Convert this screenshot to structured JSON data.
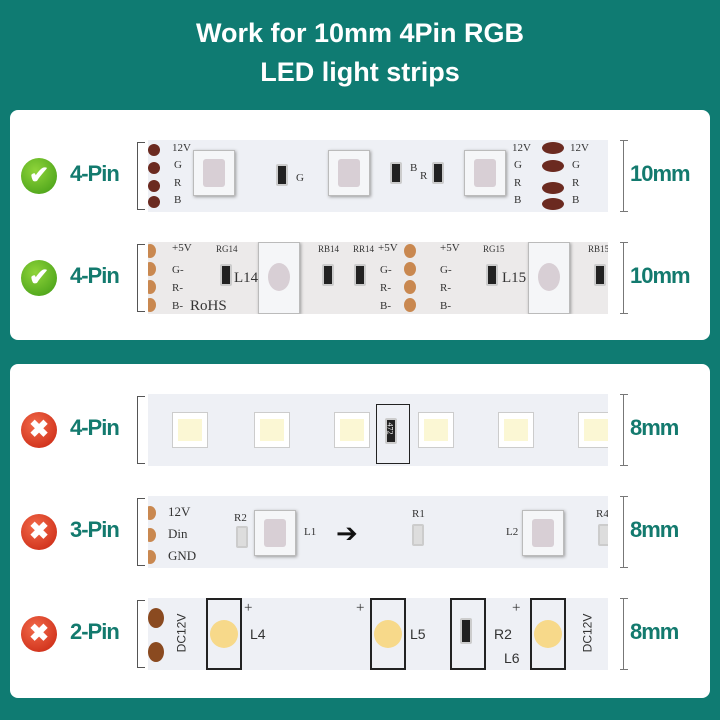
{
  "title": {
    "line1": "Work for 10mm 4Pin RGB",
    "line2": "LED light strips"
  },
  "colors": {
    "background": "#0f7b72",
    "accent_text": "#137a6e",
    "ok": "#4aa81a",
    "bad": "#d62e16"
  },
  "rows": [
    {
      "status": "compatible",
      "icon": "check-icon",
      "pin": "4-Pin",
      "width": "10mm",
      "strip_labels": [
        "12V",
        "G",
        "R",
        "B",
        "G",
        "B",
        "R",
        "12V",
        "G",
        "R",
        "B",
        "12V",
        "G",
        "R",
        "B"
      ]
    },
    {
      "status": "compatible",
      "icon": "check-icon",
      "pin": "4-Pin",
      "width": "10mm",
      "strip_labels": [
        "+5V",
        "G-",
        "R-",
        "B-",
        "RoHS",
        "RG14",
        "L14",
        "RB14",
        "RR14",
        "+5V",
        "G-",
        "R-",
        "B-",
        "+5V",
        "G-",
        "R-",
        "B-",
        "RG15",
        "L15",
        "RB15"
      ]
    },
    {
      "status": "incompatible",
      "icon": "x-icon",
      "pin": "4-Pin",
      "width": "8mm",
      "strip_labels": [
        "472"
      ]
    },
    {
      "status": "incompatible",
      "icon": "x-icon",
      "pin": "3-Pin",
      "width": "8mm",
      "strip_labels": [
        "12V",
        "Din",
        "GND",
        "R2",
        "L1",
        "R1",
        "L2",
        "R4"
      ]
    },
    {
      "status": "incompatible",
      "icon": "x-icon",
      "pin": "2-Pin",
      "width": "8mm",
      "strip_labels": [
        "DC12V",
        "+",
        "L4",
        "+",
        "L5",
        "R2",
        "+",
        "L6",
        "DC12V"
      ]
    }
  ]
}
